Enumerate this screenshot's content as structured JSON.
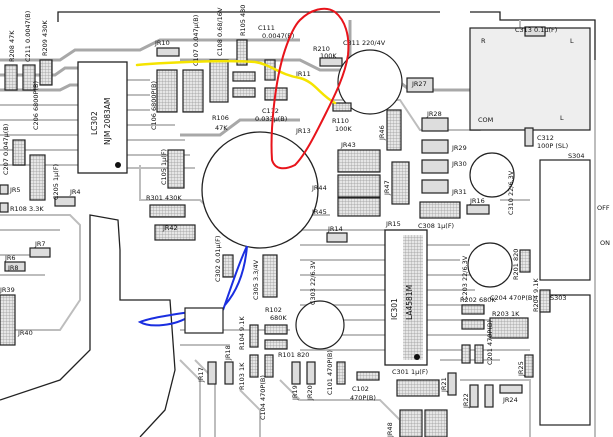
{
  "ic302": {
    "ref": "LC302",
    "part": "NJM 2083AM"
  },
  "ic301": {
    "ref": "IC301",
    "part": "LA4581M"
  },
  "labels": {
    "r208": "R208 47K",
    "c211": "C211 0.0047(B)",
    "r209": "R209 430K",
    "jr10": "JR10",
    "c107": "C107 0.047µ(B)",
    "c108": "C108 0.68/16V",
    "r105": "R105 430",
    "c111": "C111",
    "c111v": "0.0047(B)",
    "c106": "C106 6800P(B)",
    "r106": "R106",
    "r106v": "47K",
    "c112": "C112",
    "c112v": "0.033µ(B)",
    "c311": "C311 220/4V",
    "r210": "R210",
    "r210v": "100K",
    "r110": "R110",
    "r110v": "100K",
    "jr11": "JR11",
    "jr13": "JR13",
    "jr27": "JR27",
    "jr28": "JR28",
    "jr29": "JR29",
    "jr30": "JR30",
    "jr31": "JR31",
    "jr43": "JR43",
    "jr44": "JR44",
    "jr45": "JR45",
    "jr46": "JR46",
    "jr47": "JR47",
    "jr16": "JR16",
    "c313": "C313 0.1µ(F)",
    "c312": "C312",
    "c312v": "100P (SL)",
    "s304": "S304",
    "c310": "C310 22/6.3V",
    "sw_r": "R",
    "sw_l1": "L",
    "sw_l2": "L",
    "sw_com": "COM",
    "off": "OFF",
    "on": "ON",
    "c207": "C207 0.047µ(B)",
    "c206": "C206 6800P(B)",
    "c205": "C205 1µ(F)",
    "c105": "C105 1µ(F)",
    "r301": "R301 430K",
    "jr4": "JR4",
    "jr5": "JR5",
    "r108": "R108 3.3K",
    "jr42": "JR42",
    "jr14": "JR14",
    "jr15": "JR15",
    "c308": "C308 1µ(F)",
    "c302": "C302 0.01µ(F)",
    "c305": "C305 3.3/4V",
    "c303": "C303 22/6.3V",
    "r102": "R102",
    "r102v": "680K",
    "r104": "R104 9.1K",
    "r103": "R103 1K",
    "r101": "R101 820",
    "c104": "C104 470P(B)",
    "c101": "C101 470P(B)",
    "c102": "C102",
    "c102v": "470P(B)",
    "c301": "C301 1µ(F)",
    "jr17": "JR17",
    "jr18": "JR18",
    "jr19": "JR19",
    "jr20": "JR20",
    "jr21": "JR21",
    "jr22": "JR22",
    "jr24": "JR24",
    "jr25": "JR25",
    "c203": "C203 22/6.3V",
    "r201": "R201 820",
    "r202": "R202 680K",
    "c204": "C204 470P(B)",
    "r203": "R203 1K",
    "r204": "R204 9.1K",
    "c201": "C201 470P(B)",
    "s303": "S303",
    "jr6": "JR6",
    "jr7": "JR7",
    "jr8": "JR8",
    "jr39": "JR39",
    "jr40": "JR40",
    "jr48": "JR48"
  },
  "annotations": {
    "yellow": "#f5e400",
    "red": "#e8141b",
    "blue": "#1a2ee0"
  }
}
